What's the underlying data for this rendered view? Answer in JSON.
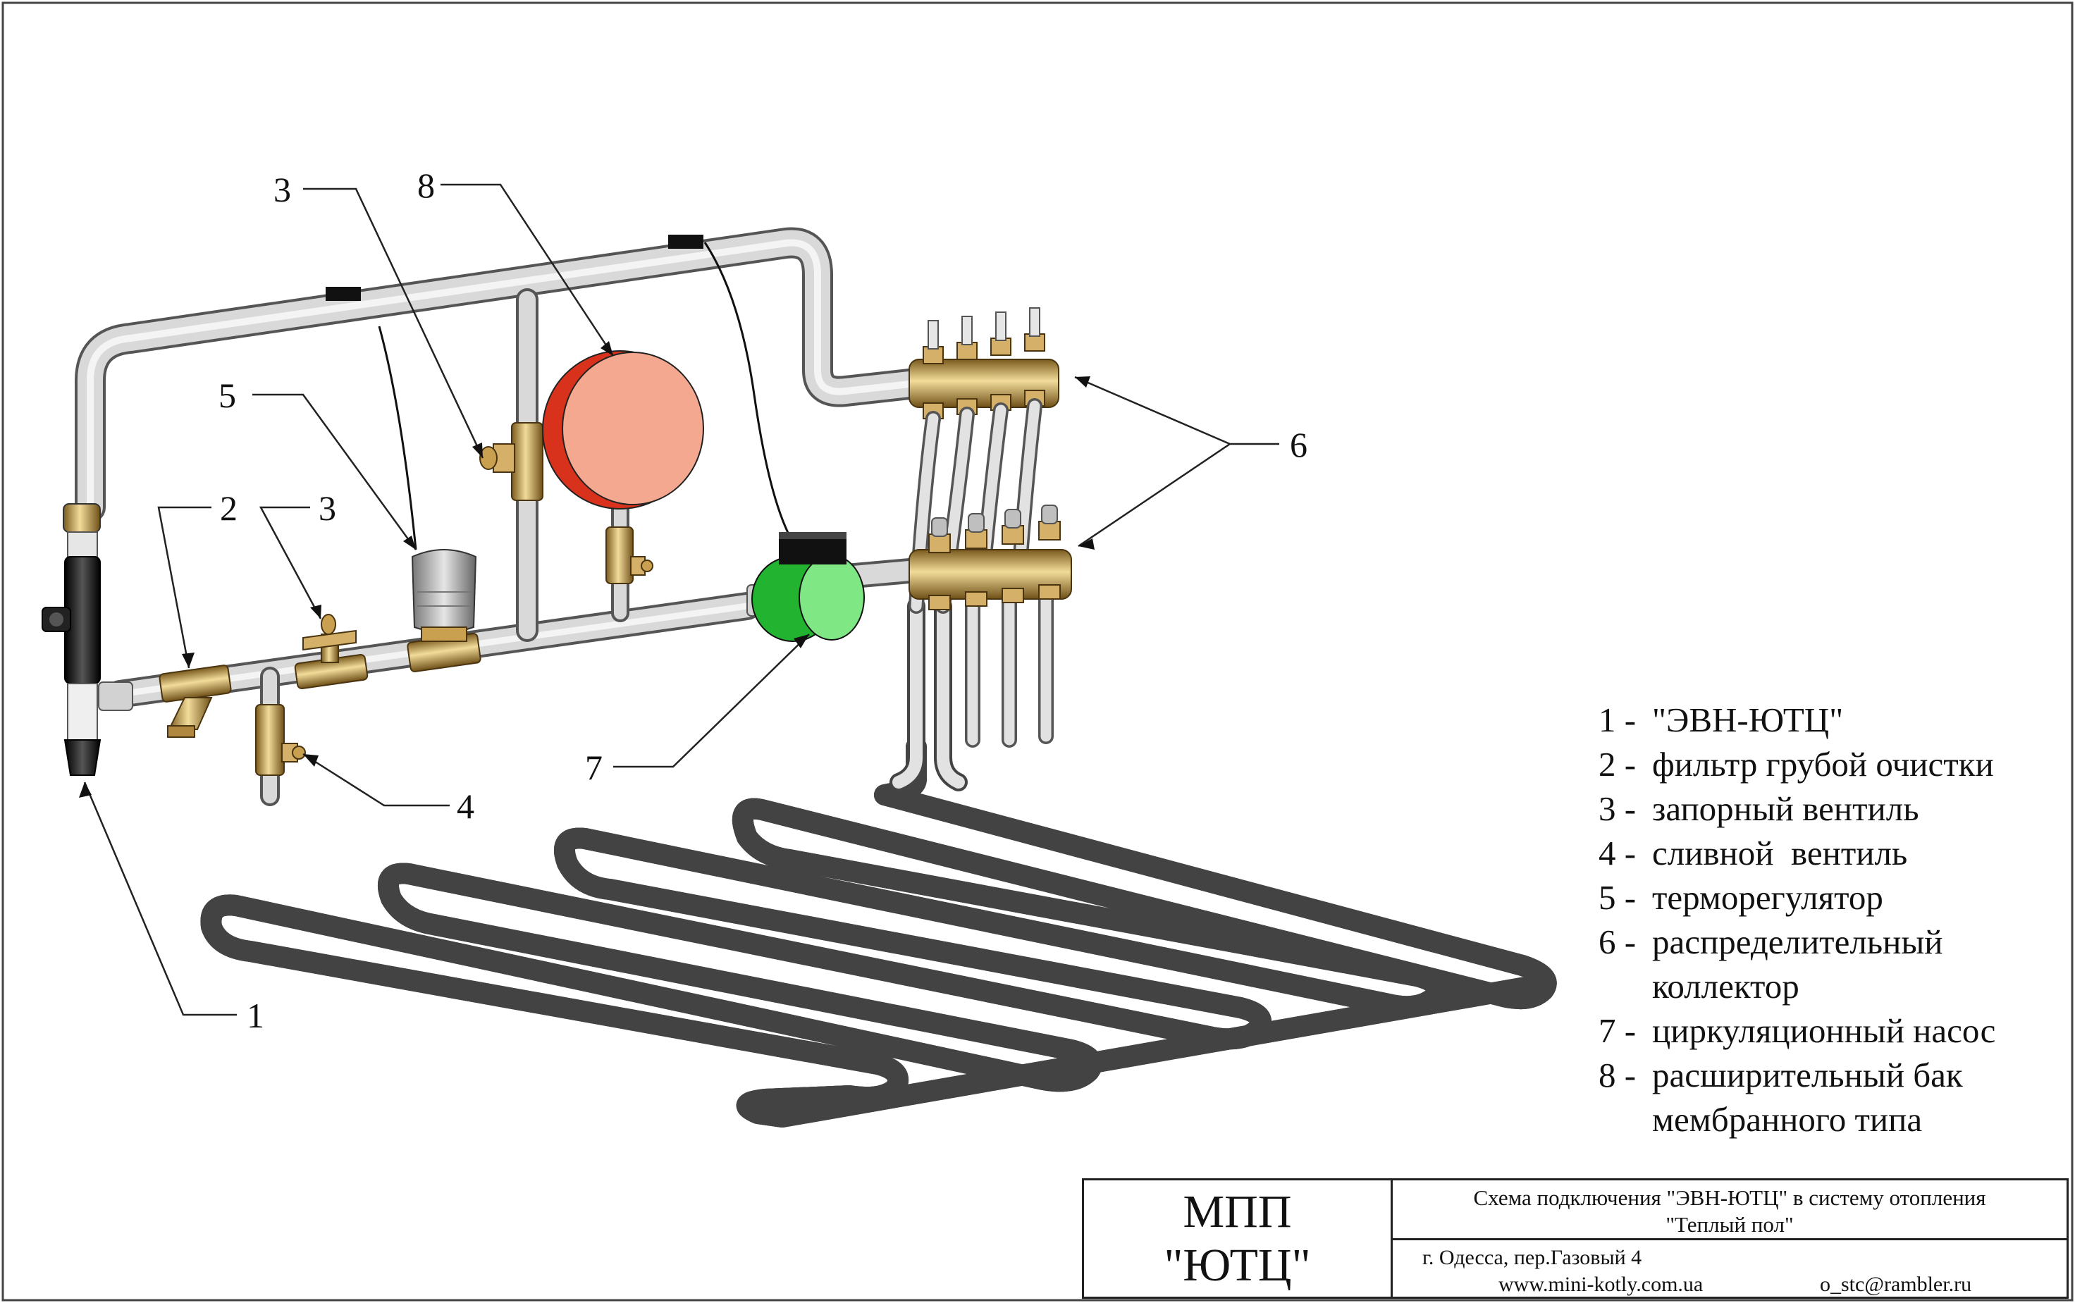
{
  "callouts": {
    "n1": "1",
    "n2": "2",
    "n3a": "3",
    "n3b": "3",
    "n4": "4",
    "n5": "5",
    "n6": "6",
    "n7": "7",
    "n8": "8"
  },
  "legend": [
    {
      "num": "1 -",
      "text": "\"ЭВН-ЮТЦ\""
    },
    {
      "num": "2 -",
      "text": "фильтр грубой очистки"
    },
    {
      "num": "3 -",
      "text": "запорный вентиль"
    },
    {
      "num": "4 -",
      "text": "сливной  вентиль"
    },
    {
      "num": "5 -",
      "text": "терморегулятор"
    },
    {
      "num": "6 -",
      "text": "распределительный",
      "cont": "коллектор"
    },
    {
      "num": "7 -",
      "text": "циркуляционный насос"
    },
    {
      "num": "8 -",
      "text": "расширительный бак",
      "cont": "мембранного типа"
    }
  ],
  "title_block": {
    "org_line1": "МПП",
    "org_line2": "\"ЮТЦ\"",
    "title_line1": "Схема подключения \"ЭВН-ЮТЦ\" в систему отопления",
    "title_line2": "\"Теплый пол\"",
    "address": "г. Одесса, пер.Газовый 4",
    "website": "www.mini-kotly.com.ua",
    "email": "o_stc@rambler.ru"
  },
  "colors": {
    "pipe": "#d4d4d4",
    "pipe_edge": "#555555",
    "brass": "#c8a050",
    "tank": "#e8462a",
    "tank_face": "#f7a890",
    "pump": "#3ccf4a",
    "pump_face": "#7fe884",
    "heater": "#1a1a1a"
  }
}
